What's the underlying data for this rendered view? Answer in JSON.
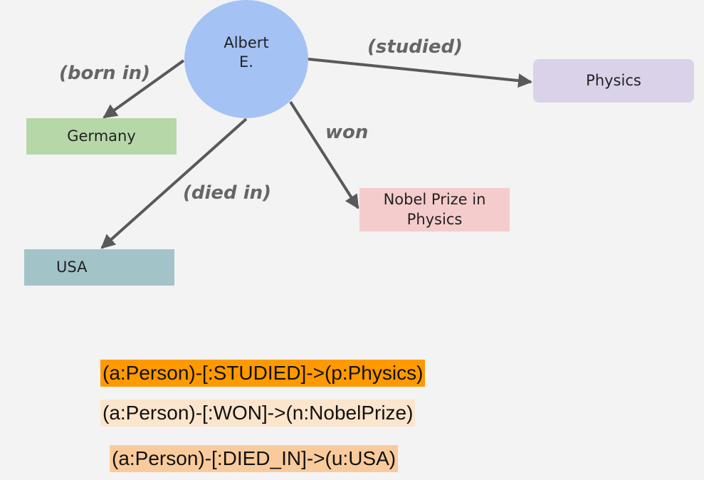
{
  "colors": {
    "person": "#a4c2f4",
    "country_germany": "#b6d7a8",
    "country_usa": "#a2c4c9",
    "field": "#d9d2e9",
    "prize": "#f4cccc",
    "edge": "#595959",
    "query_1": "#ff9900",
    "query_2": "#fce5cd",
    "query_3": "#f9cb9c"
  },
  "nodes": {
    "person": "Albert\nE.",
    "germany": "Germany",
    "usa": "USA",
    "physics": "Physics",
    "prize": "Nobel Prize in\nPhysics"
  },
  "edges": {
    "studied": "(studied)",
    "born_in": "(born in)",
    "won": "won",
    "died_in": "(died in)"
  },
  "queries": [
    "(a:Person)-[:STUDIED]->(p:Physics)",
    "(a:Person)-[:WON]->(n:NobelPrize)",
    "(a:Person)-[:DIED_IN]->(u:USA)"
  ]
}
